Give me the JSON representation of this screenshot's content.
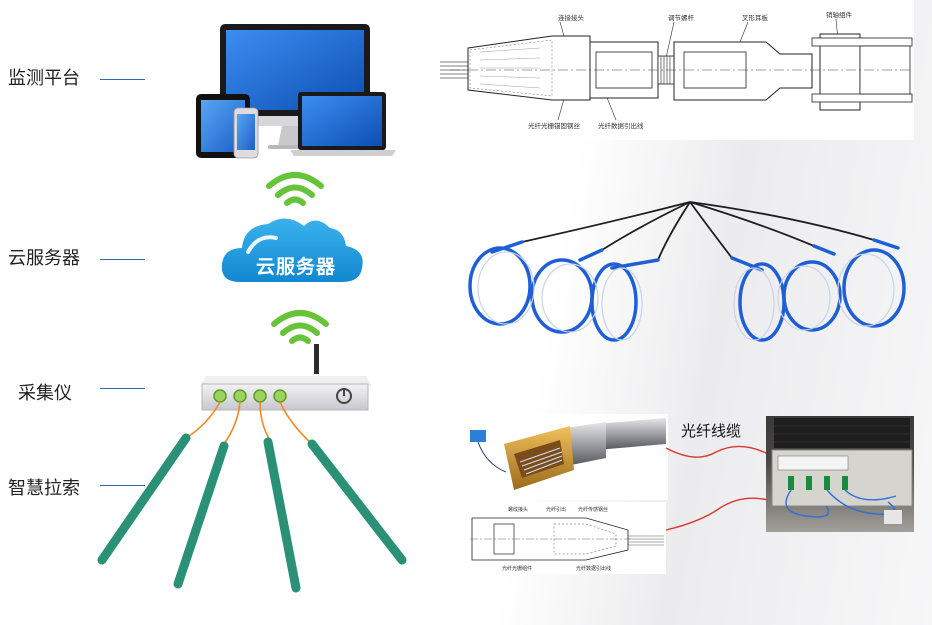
{
  "layers": [
    {
      "key": "platform",
      "label": "监测平台"
    },
    {
      "key": "cloud",
      "label": "云服务器"
    },
    {
      "key": "collector",
      "label": "采集仪"
    },
    {
      "key": "cable",
      "label": "智慧拉索"
    }
  ],
  "cloud_text": "云服务器",
  "fiber_cable_label": "光纤线缆",
  "top_drawing": {
    "callouts": [
      "连接接头",
      "调节螺杆",
      "叉形耳板",
      "销轴组件",
      "光纤光栅锚固钢丝",
      "光纤数据引出线"
    ]
  },
  "bottom_drawing": {
    "callouts": [
      "螺纹接头",
      "光纤引出",
      "光纤传感钢丝",
      "光纤光栅组件",
      "光纤数据引出线"
    ]
  },
  "colors": {
    "label_line": "#2e68b5",
    "wifi": "#66c33a",
    "cloud": "#1fa0df",
    "cable": "#2a9177",
    "fiber_coil": "#1f5fd6",
    "fiber_wire": "#d53a2d",
    "orange_lead": "#f08a24",
    "collector_body": "#dcdde0"
  },
  "icons": [
    "monitor-icon",
    "laptop-icon",
    "tablet-icon",
    "phone-icon",
    "wifi-icon",
    "cloud-icon",
    "router-icon",
    "power-icon"
  ]
}
